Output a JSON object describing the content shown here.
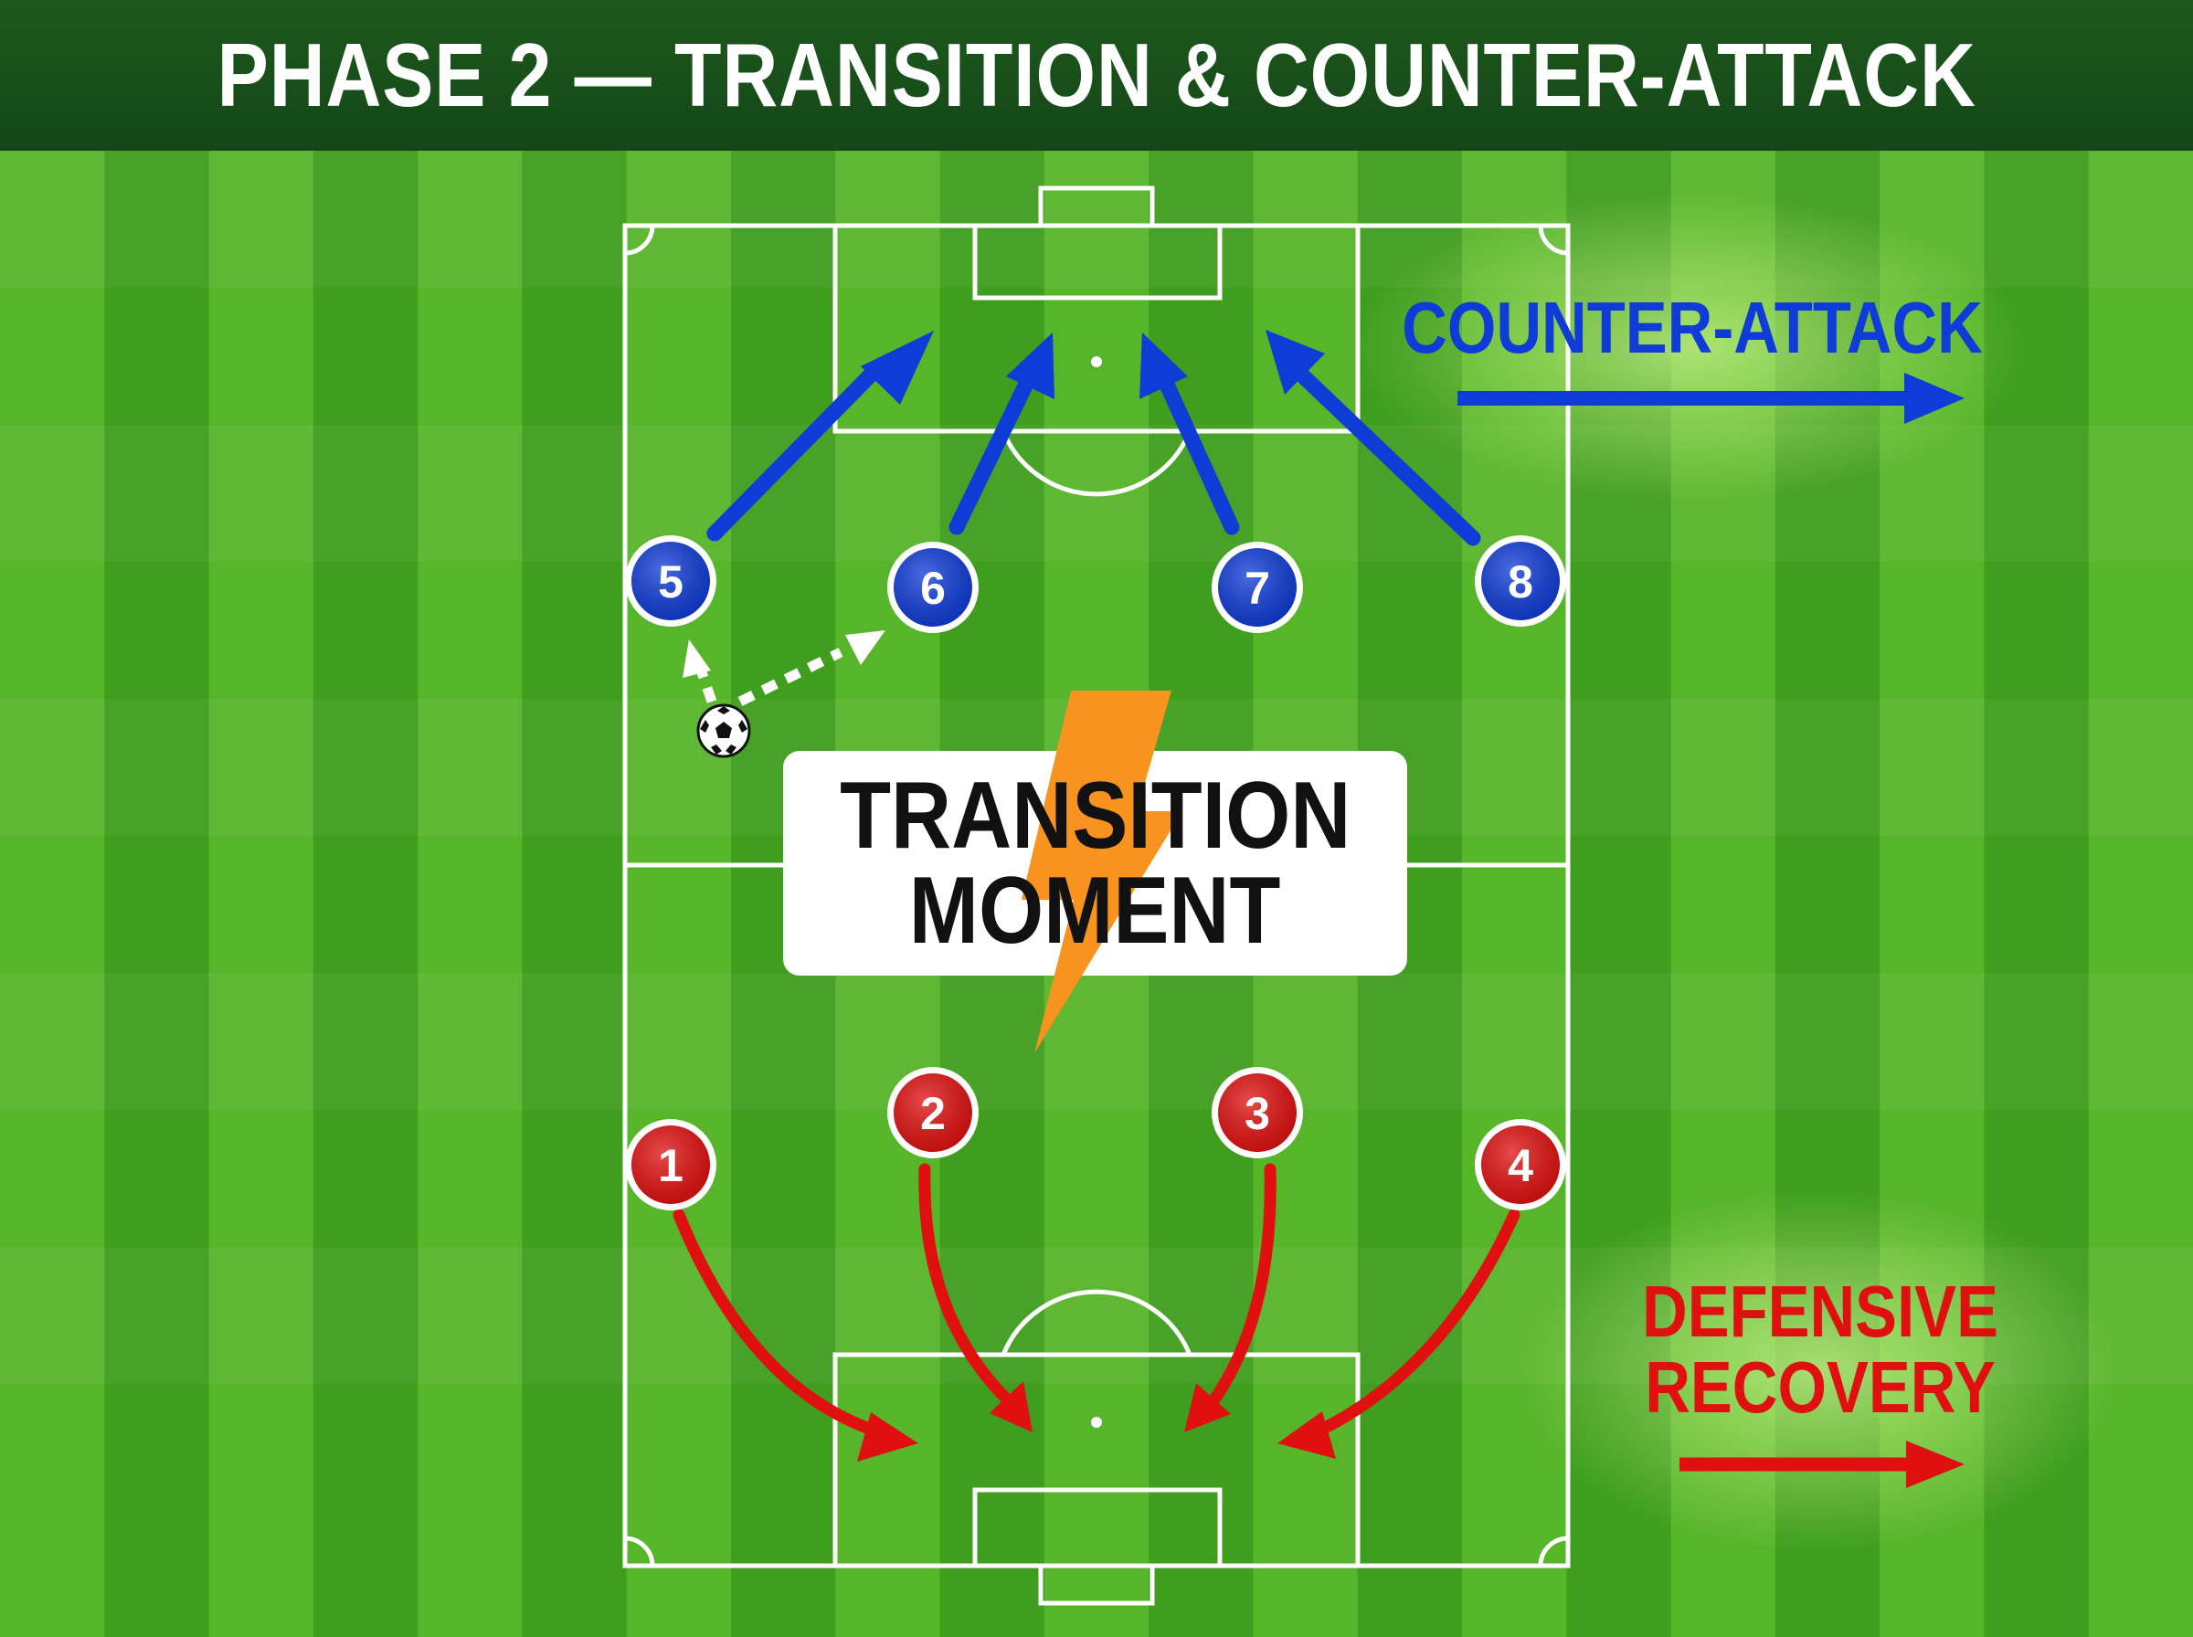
{
  "header": {
    "title": "PHASE 2 — TRANSITION & COUNTER-ATTACK"
  },
  "colors": {
    "header_bg": "#1a521b",
    "pitch_light": "#57b52a",
    "pitch_dark": "#3f9e1d",
    "lines": "#ffffff",
    "attack": "#0f3bd6",
    "defense": "#e01010",
    "lightning": "#f7931e"
  },
  "attackers": [
    {
      "number": "5"
    },
    {
      "number": "6"
    },
    {
      "number": "7"
    },
    {
      "number": "8"
    }
  ],
  "defenders": [
    {
      "number": "1"
    },
    {
      "number": "2"
    },
    {
      "number": "3"
    },
    {
      "number": "4"
    }
  ],
  "callout": {
    "line1": "TRANSITION",
    "line2": "MOMENT",
    "icon": "lightning-icon"
  },
  "legend": {
    "attack_label": "COUNTER-ATTACK",
    "defense_line1": "DEFENSIVE",
    "defense_line2": "RECOVERY"
  },
  "ball": {
    "icon": "soccer-ball-icon"
  }
}
